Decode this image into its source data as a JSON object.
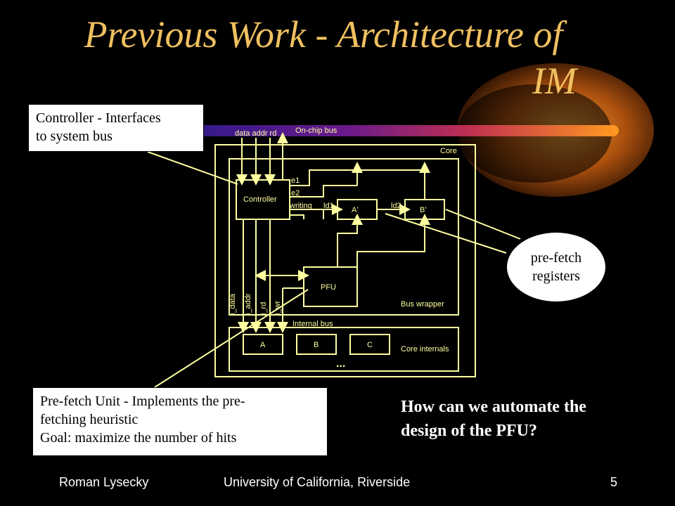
{
  "slide": {
    "title_line1": "Previous Work - Architecture of",
    "title_line2": "IM",
    "callout_controller": [
      "Controller - Interfaces",
      "to system bus"
    ],
    "callout_pfu": [
      "Pre-fetch Unit - Implements the pre-",
      "fetching heuristic",
      "Goal: maximize the number of hits"
    ],
    "ellipse_label": [
      "pre-fetch",
      "registers"
    ],
    "question": [
      "How can we automate the",
      "design of the PFU?"
    ],
    "footer": {
      "author": "Roman Lysecky",
      "institution": "University of California, Riverside",
      "page": "5"
    }
  },
  "diagram": {
    "bus_label": "On-chip bus",
    "bus_signals": "data addr rd",
    "core_label": "Core",
    "controller_label": "Controller",
    "signal_e1": "e1",
    "signal_e2": "e2",
    "signal_writing": "writing",
    "signal_ld1": "ld1",
    "signal_ld2": "ld2",
    "reg_a_prime": "A'",
    "reg_b_prime": "B'",
    "pfu_label": "PFU",
    "bus_wrapper_label": "Bus wrapper",
    "vertical_signals": [
      "i_data",
      "i_addr",
      "i_rd",
      "i_wr"
    ],
    "internal_bus_label": "Internal bus",
    "reg_a": "A",
    "reg_b": "B",
    "reg_c": "C",
    "core_internals_label": "Core internals",
    "ellipsis": "..."
  },
  "colors": {
    "title": "#f0c060",
    "wire": "#ffffa0",
    "background": "#000000"
  }
}
